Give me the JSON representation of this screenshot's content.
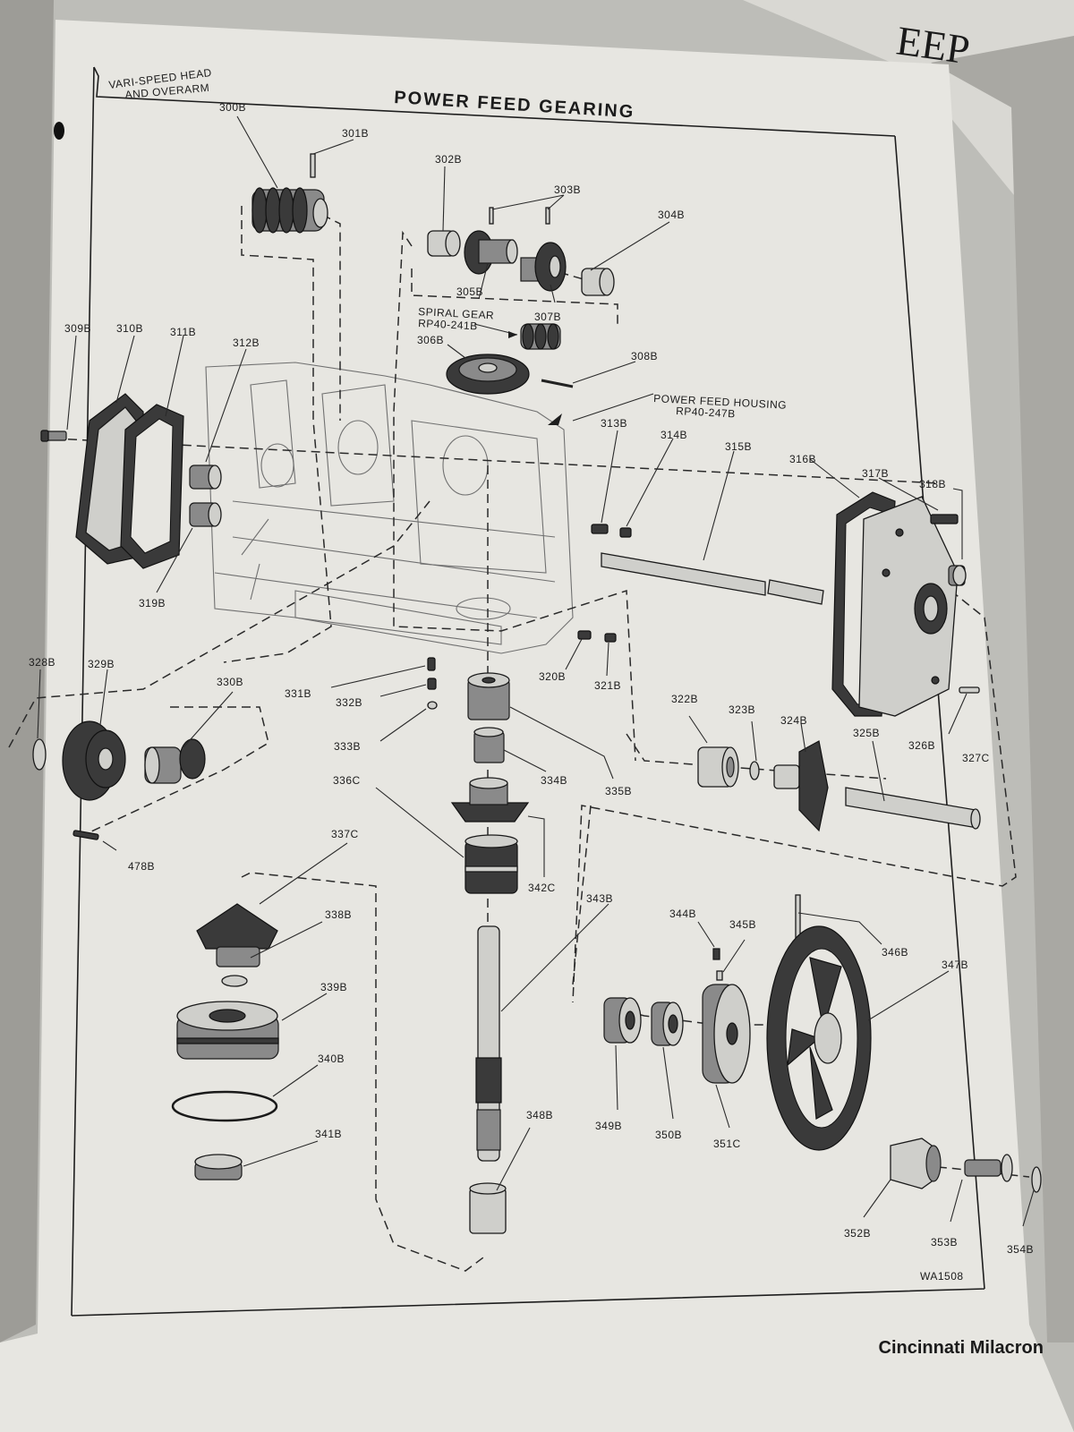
{
  "header": {
    "section_label_line1": "VARI-SPEED HEAD",
    "section_label_line2": "AND OVERARM",
    "title": "POWER FEED GEARING"
  },
  "callouts": {
    "spiral_gear_line1": "SPIRAL GEAR",
    "spiral_gear_line2": "RP40-241B",
    "power_feed_housing_line1": "POWER FEED HOUSING",
    "power_feed_housing_line2": "RP40-247B"
  },
  "parts": {
    "p300B": "300B",
    "p301B": "301B",
    "p302B": "302B",
    "p303B": "303B",
    "p304B": "304B",
    "p305B": "305B",
    "p306B": "306B",
    "p307B": "307B",
    "p308B": "308B",
    "p309B": "309B",
    "p310B": "310B",
    "p311B": "311B",
    "p312B": "312B",
    "p313B": "313B",
    "p314B": "314B",
    "p315B": "315B",
    "p316B": "316B",
    "p317B": "317B",
    "p318B": "318B",
    "p319B": "319B",
    "p320B": "320B",
    "p321B": "321B",
    "p322B": "322B",
    "p323B": "323B",
    "p324B": "324B",
    "p325B": "325B",
    "p326B": "326B",
    "p327C": "327C",
    "p328B": "328B",
    "p329B": "329B",
    "p330B": "330B",
    "p331B": "331B",
    "p332B": "332B",
    "p333B": "333B",
    "p334B": "334B",
    "p335B": "335B",
    "p336C": "336C",
    "p337C": "337C",
    "p338B": "338B",
    "p339B": "339B",
    "p340B": "340B",
    "p341B": "341B",
    "p342C": "342C",
    "p343B": "343B",
    "p344B": "344B",
    "p345B": "345B",
    "p346B": "346B",
    "p347B": "347B",
    "p348B": "348B",
    "p349B": "349B",
    "p350B": "350B",
    "p351C": "351C",
    "p352B": "352B",
    "p353B": "353B",
    "p354B": "354B",
    "p478B": "478B"
  },
  "footer": {
    "drawing_number": "WA1508",
    "brand": "Cincinnati Milacron"
  },
  "colors": {
    "paper": "#e7e6e1",
    "ink": "#1e1e1e",
    "background": "#bdbdb8"
  }
}
